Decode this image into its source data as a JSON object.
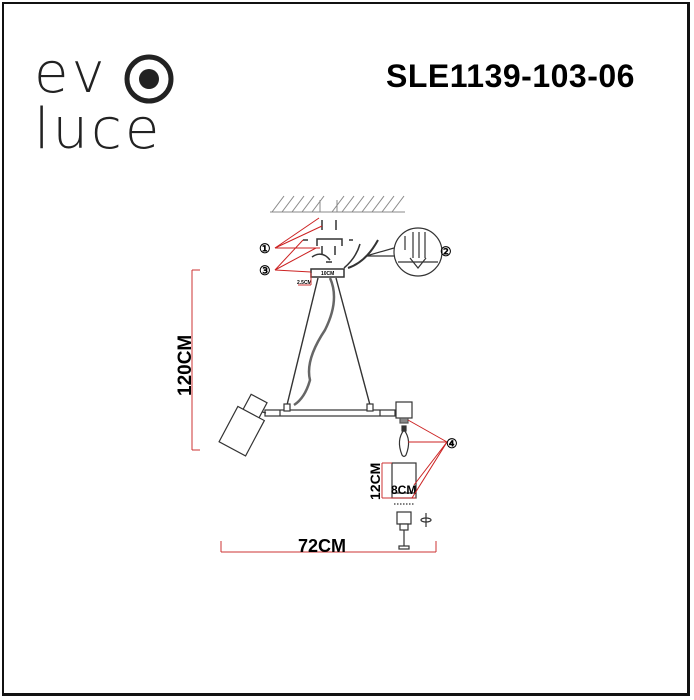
{
  "brand": {
    "logo_line1": "ev",
    "logo_line2": "luce",
    "logo_symbol": "concentric-circle-o"
  },
  "model_number": "SLE1139-103-06",
  "drawing": {
    "colors": {
      "line": "#333333",
      "dimension": "#cc3333",
      "callout": "#cc2222"
    },
    "dimensions": {
      "height": "120CM",
      "width": "72CM",
      "shade_height": "12CM",
      "shade_diameter": "8CM",
      "canopy_width": "10CM",
      "canopy_height": "2.5CM"
    },
    "callouts": [
      {
        "id": "1",
        "symbol": "①",
        "target": "ceiling mounting screws"
      },
      {
        "id": "2",
        "symbol": "②",
        "target": "wiring connection detail"
      },
      {
        "id": "3",
        "symbol": "③",
        "target": "mounting bracket and canopy"
      },
      {
        "id": "4",
        "symbol": "④",
        "target": "lamp holder, bulb and shade assembly"
      }
    ],
    "rotate_symbol": "rotate-icon"
  }
}
